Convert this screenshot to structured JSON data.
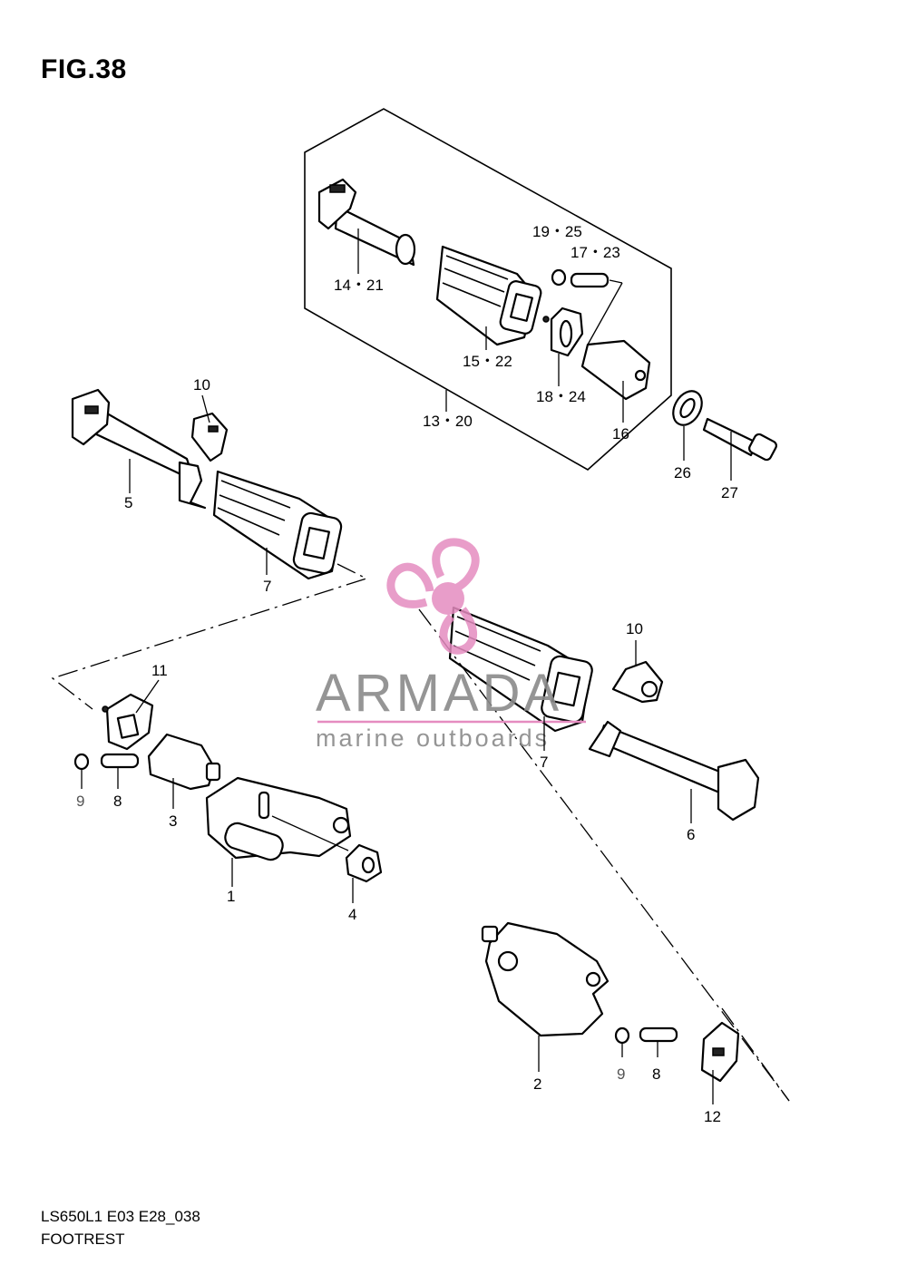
{
  "figure": {
    "title": "FIG.38",
    "footer_code": "LS650L1 E03 E28_038",
    "footer_name": "FOOTREST"
  },
  "watermark": {
    "brand": "ARMADA",
    "tagline": "marine outboards",
    "logo_color": "#e58cc0",
    "text_color": "#8a8a8a"
  },
  "callouts": {
    "c1": "1",
    "c2": "2",
    "c3": "3",
    "c4": "4",
    "c5": "5",
    "c6": "6",
    "c7a": "7",
    "c7b": "7",
    "c8a": "8",
    "c8b": "8",
    "c9a": "9",
    "c9b": "9",
    "c10a": "10",
    "c10b": "10",
    "c11": "11",
    "c12": "12",
    "c13_20": "13・20",
    "c14_21": "14・21",
    "c15_22": "15・22",
    "c16": "16",
    "c17_23": "17・23",
    "c18_24": "18・24",
    "c19_25": "19・25",
    "c26": "26",
    "c27": "27"
  }
}
